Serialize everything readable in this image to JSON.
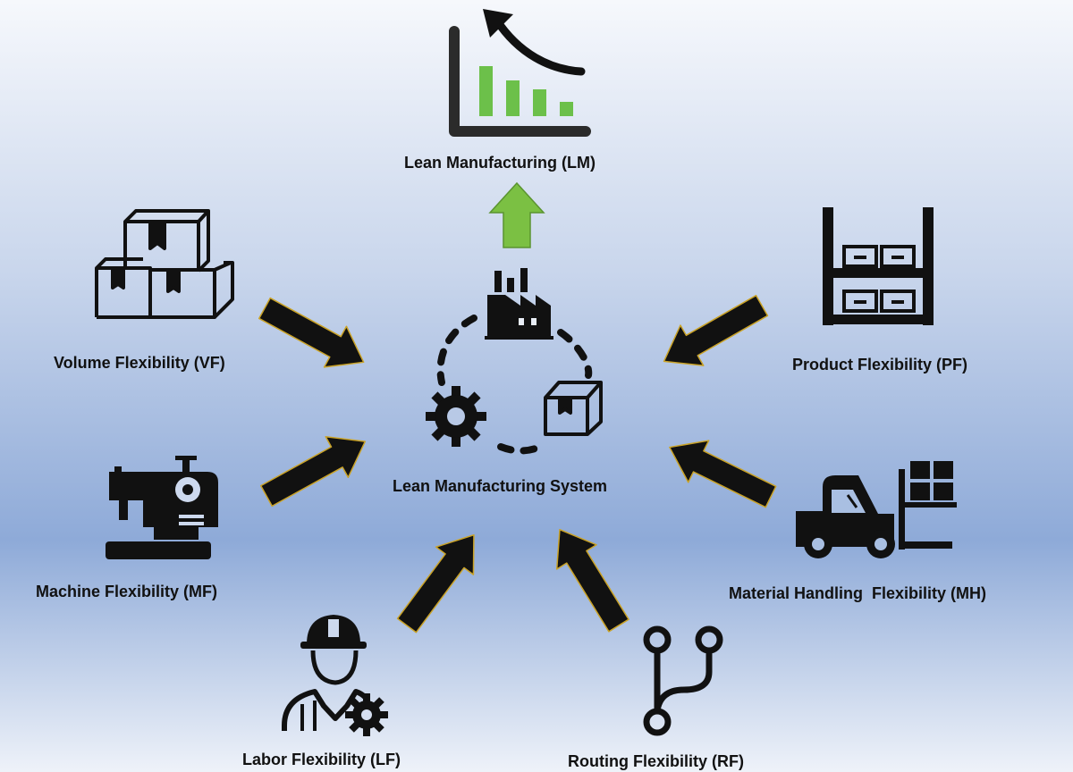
{
  "diagram": {
    "center_label": "Lean Manufacturing System",
    "output_label": "Lean Manufacturing (LM)",
    "inputs": {
      "volume": "Volume Flexibility (VF)",
      "product": "Product Flexibility (PF)",
      "machine": "Machine Flexibility (MF)",
      "material_handling": "Material Handling  Flexibility (MH)",
      "labor": "Labor Flexibility (LF)",
      "routing": "Routing Flexibility (RF)"
    },
    "colors": {
      "background_top": "#f4f6fb",
      "background_mid": "#8faad6",
      "background_bottom": "#eef2f9",
      "arrow": "#111111",
      "arrow_outline": "#c9a227",
      "output_arrow": "#7bc043",
      "chart_bars": "#6cc04a"
    },
    "icons": [
      "factory-icon",
      "gear-icon",
      "box-icon",
      "chart-icon",
      "boxes-icon",
      "shelf-icon",
      "sewing-machine-icon",
      "forklift-icon",
      "worker-icon",
      "routing-icon"
    ]
  }
}
